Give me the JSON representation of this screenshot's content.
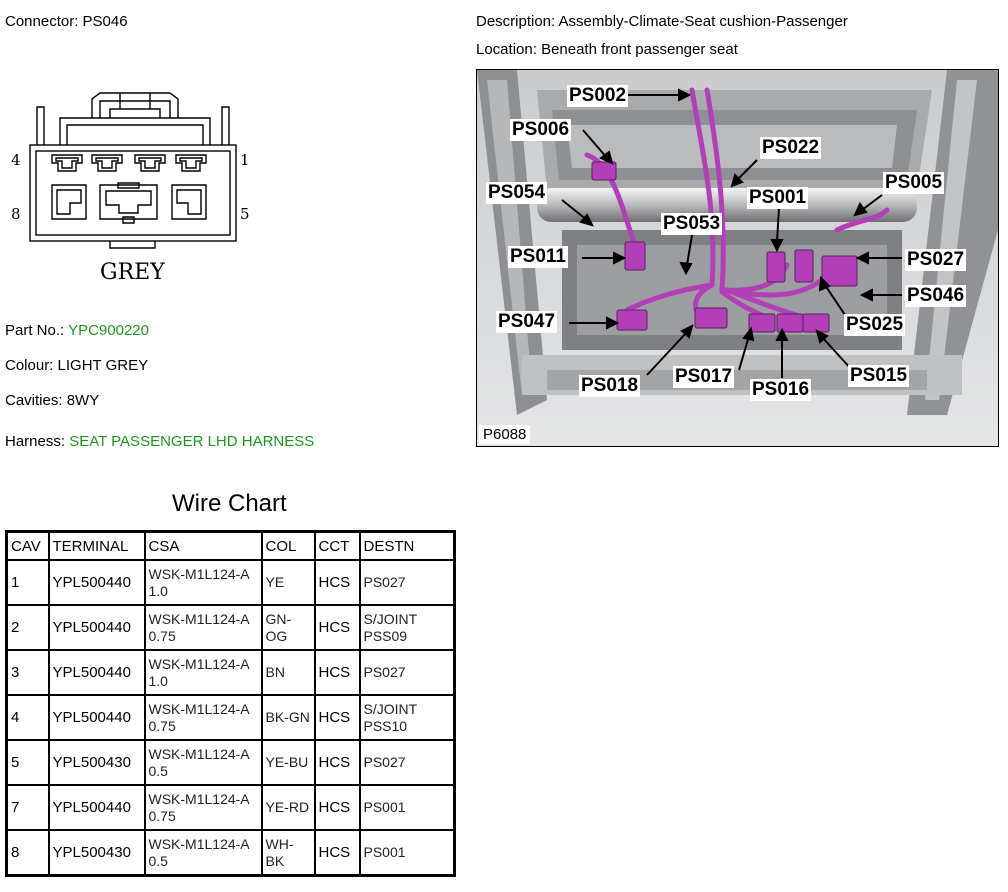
{
  "connector": {
    "label": "Connector:",
    "id": "PS046"
  },
  "description": {
    "label": "Description:",
    "value": "Assembly-Climate-Seat cushion-Passenger"
  },
  "location": {
    "label": "Location:",
    "value": "Beneath front passenger seat"
  },
  "pinout": {
    "pin_tl": "4",
    "pin_tr": "1",
    "pin_bl": "8",
    "pin_br": "5",
    "colour_text": "GREY"
  },
  "part_no": {
    "label": "Part No.:",
    "value": "YPC900220"
  },
  "colour": {
    "label": "Colour:",
    "value": "LIGHT GREY"
  },
  "cavities": {
    "label": "Cavities:",
    "value": "8WY"
  },
  "harness": {
    "label": "Harness:",
    "value": "SEAT PASSENGER LHD HARNESS"
  },
  "photo": {
    "figure_id": "P6088",
    "callouts": [
      "PS002",
      "PS006",
      "PS022",
      "PS054",
      "PS001",
      "PS005",
      "PS053",
      "PS011",
      "PS027",
      "PS046",
      "PS047",
      "PS025",
      "PS018",
      "PS017",
      "PS016",
      "PS015"
    ]
  },
  "colors": {
    "link_green": "#1a9a1a",
    "harness_magenta": "#b23fb8"
  },
  "wire_chart": {
    "title": "Wire Chart",
    "headers": [
      "CAV",
      "TERMINAL",
      "CSA",
      "COL",
      "CCT",
      "DESTN"
    ],
    "rows": [
      {
        "cav": "1",
        "terminal": "YPL500440",
        "csa": "WSK-M1L124-A 1.0",
        "col": "YE",
        "cct": "HCS",
        "destn": "PS027"
      },
      {
        "cav": "2",
        "terminal": "YPL500440",
        "csa": "WSK-M1L124-A 0.75",
        "col": "GN-OG",
        "cct": "HCS",
        "destn": "S/JOINT PSS09"
      },
      {
        "cav": "3",
        "terminal": "YPL500440",
        "csa": "WSK-M1L124-A 1.0",
        "col": "BN",
        "cct": "HCS",
        "destn": "PS027"
      },
      {
        "cav": "4",
        "terminal": "YPL500440",
        "csa": "WSK-M1L124-A 0.75",
        "col": "BK-GN",
        "cct": "HCS",
        "destn": "S/JOINT PSS10"
      },
      {
        "cav": "5",
        "terminal": "YPL500430",
        "csa": "WSK-M1L124-A 0.5",
        "col": "YE-BU",
        "cct": "HCS",
        "destn": "PS027"
      },
      {
        "cav": "7",
        "terminal": "YPL500440",
        "csa": "WSK-M1L124-A 0.75",
        "col": "YE-RD",
        "cct": "HCS",
        "destn": "PS001"
      },
      {
        "cav": "8",
        "terminal": "YPL500430",
        "csa": "WSK-M1L124-A 0.5",
        "col": "WH-BK",
        "cct": "HCS",
        "destn": "PS001"
      }
    ]
  }
}
